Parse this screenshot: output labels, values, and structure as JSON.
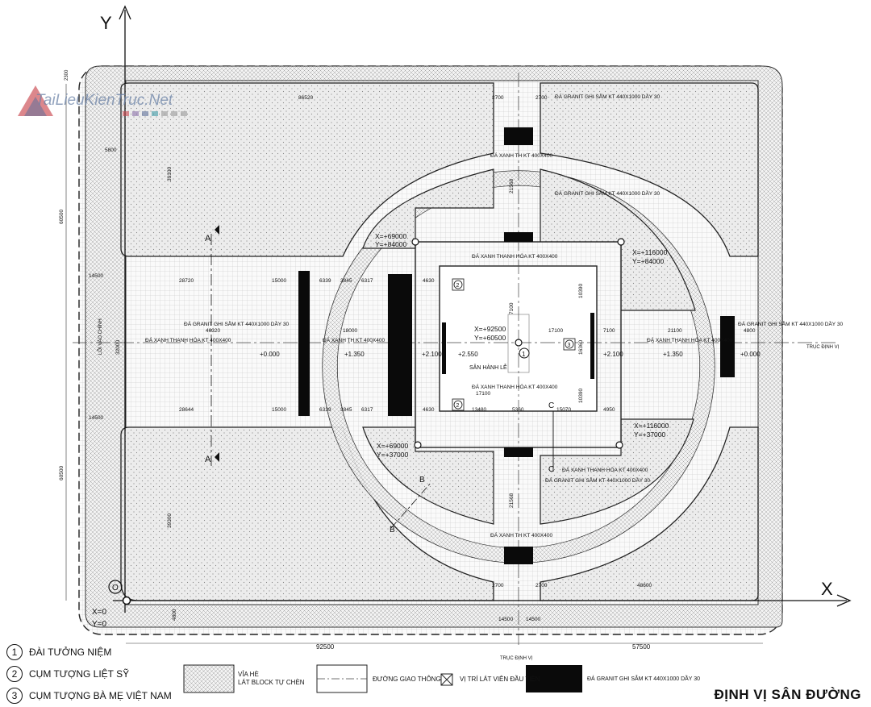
{
  "axes": {
    "y": "Y",
    "x": "X"
  },
  "origin": {
    "x": "X=0",
    "y": "Y=0",
    "axis_h": "TRỤC ĐỊNH VỊ",
    "axis_v": "TRỤC ĐỊNH VỊ",
    "axis_left": "LỐI VÀO CHÍNH"
  },
  "dims": {
    "d2300": "2300",
    "d86520": "86520",
    "d5800": "5800",
    "d60500a": "60500",
    "d60500b": "60500",
    "d39100": "39100",
    "d39300": "39300",
    "d14500a": "14500",
    "d14500b": "14500",
    "d14500c": "14500",
    "d14500d": "14500",
    "d2700a": "2700",
    "d2700b": "2700",
    "d2700c": "2700",
    "d2700d": "2700",
    "d48600": "48600",
    "d28720": "28720",
    "d28644": "28644",
    "d15000a": "15000",
    "d15000b": "15000",
    "d6339a": "6339",
    "d3845a": "3845",
    "d6317a": "6317",
    "d6339b": "6339",
    "d3845b": "3845",
    "d6317b": "6317",
    "d4630a": "4630",
    "d4630b": "4630",
    "d18000": "18000",
    "d46320": "46320",
    "d32000": "32000",
    "d17100a": "17100",
    "d17100b": "17100",
    "d7100a": "7100",
    "d7100b": "7100",
    "d21100": "21100",
    "d4800a": "4800",
    "d4800b": "4800",
    "d10390a": "10390",
    "d10390b": "10390",
    "d16360": "16360",
    "d13480": "13480",
    "d5360": "5360",
    "d15070": "15070",
    "d4950": "4950",
    "d21568a": "21568",
    "d21568b": "21568",
    "d92500": "92500",
    "d57500": "57500"
  },
  "coords": {
    "tl": {
      "x": "X=+69000",
      "y": "Y=+84000"
    },
    "tr": {
      "x": "X=+116000",
      "y": "Y=+84000"
    },
    "bl": {
      "x": "X=+69000",
      "y": "Y=+37000"
    },
    "br": {
      "x": "X=+116000",
      "y": "Y=+37000"
    },
    "center": {
      "x": "X=+92500",
      "y": "Y=+60500"
    }
  },
  "levels": {
    "l0a": "+0.000",
    "l1a": "+1.350",
    "l2a": "+2.100",
    "l2c": "+2.550",
    "l2b": "+2.100",
    "l1b": "+1.350",
    "l0b": "+0.000"
  },
  "materials": {
    "granit_top_l": "ĐÁ GRANIT GHI SẪM KT 440X1000 DẦY 30",
    "granit_top_r": "ĐÁ GRANIT GHI SẪM KT 440X1000 DẦY 30",
    "granit_mid": "ĐÁ GRANIT GHI SẪM KT 440X1000 DẦY 30",
    "granit_right": "ĐÁ GRANIT GHI SẪM KT 440X1000 DẦY 30",
    "granit_bot": "ĐÁ GRANIT GHI SẪM KT 440X1000 DẦY 30",
    "xanh_th_top": "ĐÁ XANH TH KT 400X400",
    "xanh_th_bot": "ĐÁ XANH TH KT 400X400",
    "xanh_th_mid": "ĐÁ XANH TH KT 400X400",
    "xanh_thanhhoa_top": "ĐÁ XANH THANH HÓA KT 400X400",
    "xanh_thanhhoa_bot": "ĐÁ XANH THANH HÓA KT 400X400",
    "xanh_thanhhoa_left": "ĐÁ XANH THANH HÓA KT 400X400",
    "xanh_thanhhoa_right": "ĐÁ XANH THANH HÓA KT 400X400",
    "xanh_thanhhoa_diag": "ĐÁ XANH THANH HÓA KT 400X400",
    "san_hanh_le": "SÂN HÀNH LỄ"
  },
  "sections": {
    "a": "A",
    "b": "B",
    "c": "C"
  },
  "markers": {
    "m1": "1",
    "m2a": "2",
    "m2b": "2",
    "m3": "3",
    "origin": "O"
  },
  "legend": [
    {
      "num": "1",
      "label": "ĐÀI TƯỞNG NIỆM"
    },
    {
      "num": "2",
      "label": "CỤM TƯỢNG LIỆT SỸ"
    },
    {
      "num": "3",
      "label": "CỤM TƯỢNG BÀ MẸ VIỆT NAM"
    }
  ],
  "swatches": {
    "sidewalk_l1": "VỈA HÈ",
    "sidewalk_l2": "LÁT BLOCK TỰ CHÈN",
    "road": "ĐƯỜNG GIAO THÔNG",
    "first_tile": "VỊ TRÍ LÁT VIÊN ĐẦU TIÊN",
    "granit": "ĐÁ GRANIT GHI SẪM KT 440X1000 DẦY 30"
  },
  "title": "ĐỊNH VỊ SÂN ĐƯỜNG",
  "logo_text": "TaiLieuKienTruc.Net"
}
